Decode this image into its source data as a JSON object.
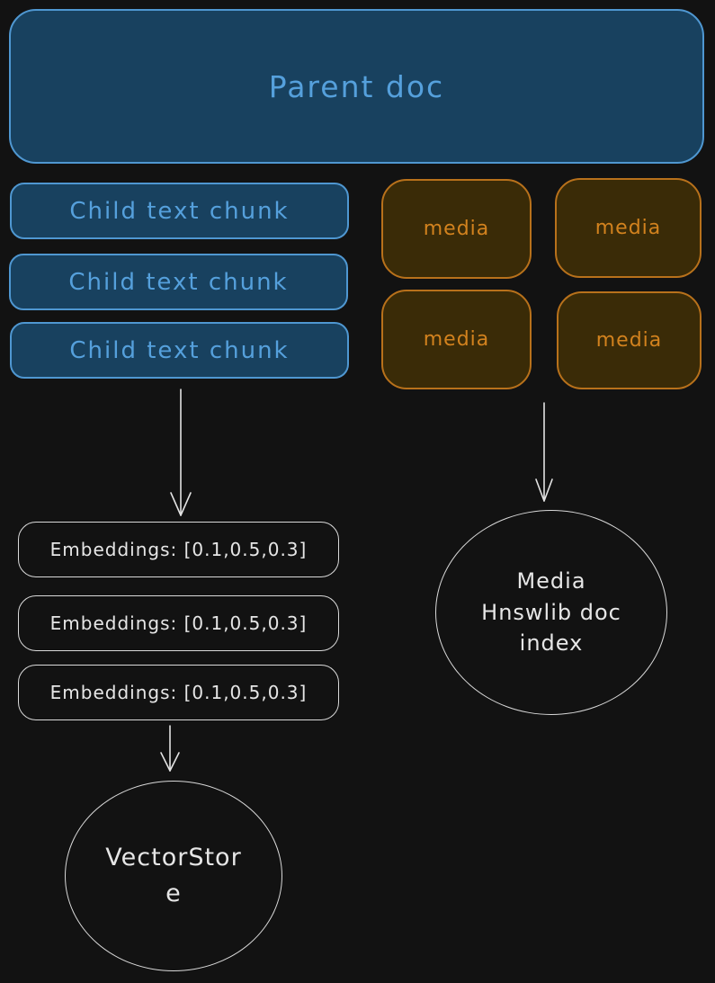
{
  "colors": {
    "background": "#121212",
    "blue_fill": "#18415f",
    "blue_border": "#4f97d1",
    "blue_text": "#55a0dc",
    "orange_fill": "#3a2b07",
    "orange_border": "#b8711b",
    "orange_text": "#d2821e",
    "white_stroke": "#d9d9d9",
    "white_text": "#e6e6e6"
  },
  "diagram": {
    "parent_doc": {
      "label": "Parent doc"
    },
    "child_chunks": [
      "Child text chunk",
      "Child text chunk",
      "Child text chunk"
    ],
    "media_items": [
      "media",
      "media",
      "media",
      "media"
    ],
    "embeddings": [
      "Embeddings: [0.1,0.5,0.3]",
      "Embeddings: [0.1,0.5,0.3]",
      "Embeddings: [0.1,0.5,0.3]"
    ],
    "media_index": {
      "label": "Media\nHnswlib doc\nindex"
    },
    "vector_store": {
      "label": "VectorStor\ne"
    }
  }
}
